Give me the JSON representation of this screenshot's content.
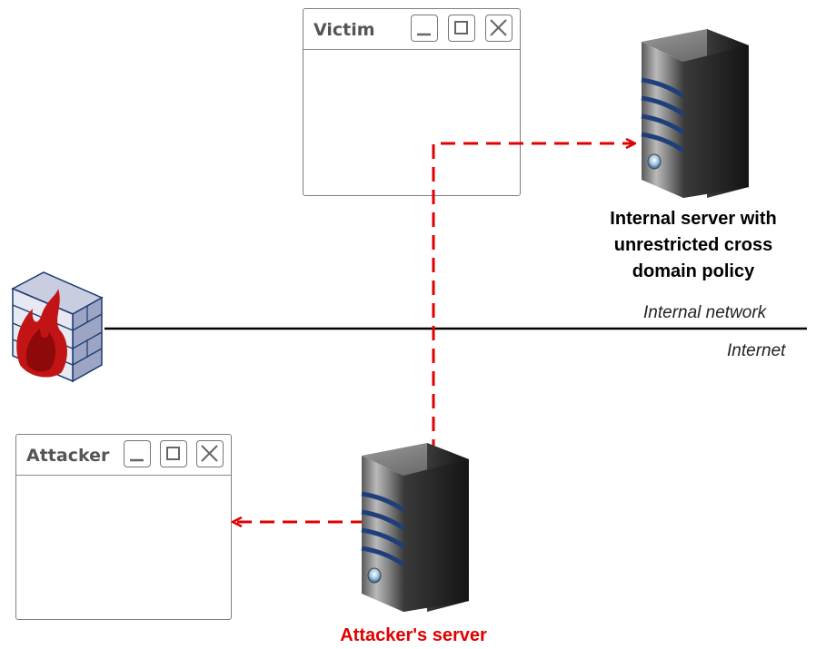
{
  "windows": {
    "victim": {
      "title": "Victim"
    },
    "attacker": {
      "title": "Attacker"
    }
  },
  "servers": {
    "internal": {
      "label_lines": [
        "Internal server with",
        "unrestricted cross",
        "domain policy"
      ]
    },
    "attacker": {
      "label": "Attacker's server",
      "label_color": "#e00000"
    }
  },
  "network": {
    "internal_label": "Internal network",
    "internet_label": "Internet"
  },
  "colors": {
    "attack_path": "#e00000",
    "network_line": "#000000"
  },
  "icons": [
    "firewall-icon",
    "server-icon",
    "minimize-icon",
    "maximize-icon",
    "close-icon"
  ]
}
